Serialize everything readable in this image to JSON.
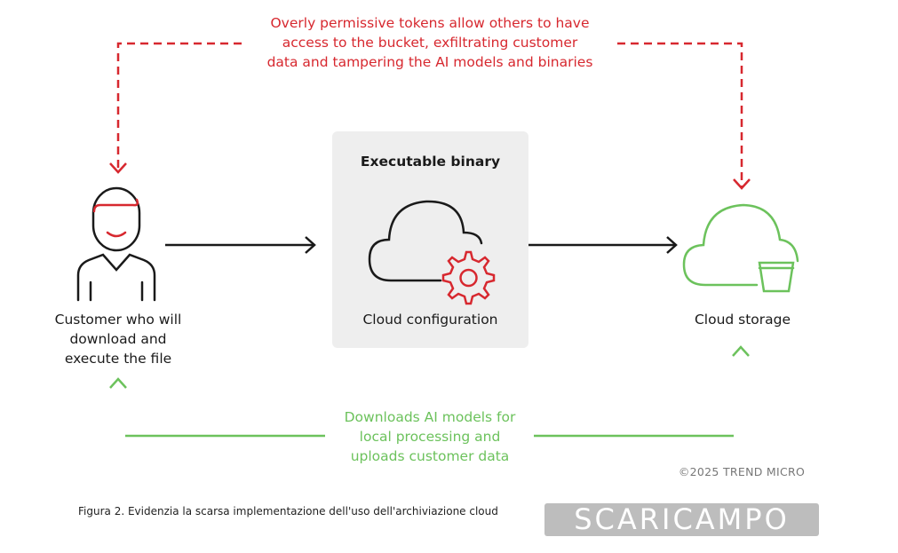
{
  "diagram": {
    "red_note": "Overly permissive tokens allow others to have access to the bucket, exfiltrating customer data and tampering the AI models and binaries",
    "red_note_lines": [
      "Overly permissive tokens allow others to have",
      "access to the bucket, exfiltrating customer",
      "data and tampering the AI models and binaries"
    ],
    "green_note_lines": [
      "Downloads AI models for",
      "local processing and",
      "uploads customer data"
    ],
    "customer_label_lines": [
      "Customer who will",
      "download and",
      "execute the file"
    ],
    "config_title": "Executable binary",
    "config_label": "Cloud configuration",
    "storage_label": "Cloud storage",
    "copyright": "©2025 TREND MICRO"
  },
  "caption": "Figura 2. Evidenzia la scarsa implementazione dell'uso dell'archiviazione cloud",
  "watermark": "SCARICAMPO",
  "colors": {
    "red": "#d7282f",
    "green": "#6cc25c",
    "black": "#1a1a1a",
    "box": "#eeeeee"
  }
}
